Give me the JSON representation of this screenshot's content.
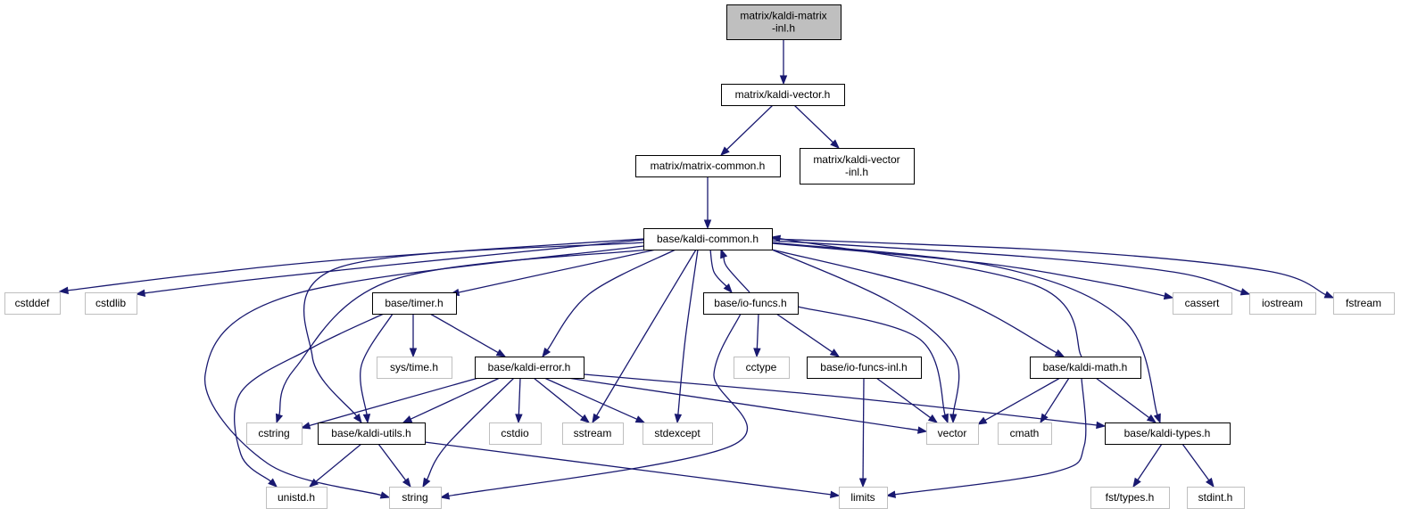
{
  "graph": {
    "colors": {
      "edge": "#191970",
      "focus_fill": "#bfbfbf",
      "node_border": "#000000",
      "external_border": "#bfbfbf",
      "text": "#000000",
      "background": "#ffffff"
    },
    "nodes": [
      {
        "id": "kaldi-matrix-inl",
        "lines": [
          "matrix/kaldi-matrix",
          "-inl.h"
        ],
        "style": "focus"
      },
      {
        "id": "kaldi-vector",
        "lines": [
          "matrix/kaldi-vector.h"
        ],
        "style": "normal"
      },
      {
        "id": "matrix-common",
        "lines": [
          "matrix/matrix-common.h"
        ],
        "style": "normal"
      },
      {
        "id": "kaldi-vector-inl",
        "lines": [
          "matrix/kaldi-vector",
          "-inl.h"
        ],
        "style": "normal"
      },
      {
        "id": "kaldi-common",
        "lines": [
          "base/kaldi-common.h"
        ],
        "style": "normal"
      },
      {
        "id": "cstddef",
        "lines": [
          "cstddef"
        ],
        "style": "external"
      },
      {
        "id": "cstdlib",
        "lines": [
          "cstdlib"
        ],
        "style": "external"
      },
      {
        "id": "timer",
        "lines": [
          "base/timer.h"
        ],
        "style": "normal"
      },
      {
        "id": "io-funcs",
        "lines": [
          "base/io-funcs.h"
        ],
        "style": "normal"
      },
      {
        "id": "cassert",
        "lines": [
          "cassert"
        ],
        "style": "external"
      },
      {
        "id": "iostream",
        "lines": [
          "iostream"
        ],
        "style": "external"
      },
      {
        "id": "fstream",
        "lines": [
          "fstream"
        ],
        "style": "external"
      },
      {
        "id": "systime",
        "lines": [
          "sys/time.h"
        ],
        "style": "external"
      },
      {
        "id": "kaldi-error",
        "lines": [
          "base/kaldi-error.h"
        ],
        "style": "normal"
      },
      {
        "id": "cctype",
        "lines": [
          "cctype"
        ],
        "style": "external"
      },
      {
        "id": "io-funcs-inl",
        "lines": [
          "base/io-funcs-inl.h"
        ],
        "style": "normal"
      },
      {
        "id": "kaldi-math",
        "lines": [
          "base/kaldi-math.h"
        ],
        "style": "normal"
      },
      {
        "id": "cstring",
        "lines": [
          "cstring"
        ],
        "style": "external"
      },
      {
        "id": "kaldi-utils",
        "lines": [
          "base/kaldi-utils.h"
        ],
        "style": "normal"
      },
      {
        "id": "cstdio",
        "lines": [
          "cstdio"
        ],
        "style": "external"
      },
      {
        "id": "sstream",
        "lines": [
          "sstream"
        ],
        "style": "external"
      },
      {
        "id": "stdexcept",
        "lines": [
          "stdexcept"
        ],
        "style": "external"
      },
      {
        "id": "vector",
        "lines": [
          "vector"
        ],
        "style": "external"
      },
      {
        "id": "cmath",
        "lines": [
          "cmath"
        ],
        "style": "external"
      },
      {
        "id": "kaldi-types",
        "lines": [
          "base/kaldi-types.h"
        ],
        "style": "normal"
      },
      {
        "id": "unistd",
        "lines": [
          "unistd.h"
        ],
        "style": "external"
      },
      {
        "id": "string",
        "lines": [
          "string"
        ],
        "style": "external"
      },
      {
        "id": "limits",
        "lines": [
          "limits"
        ],
        "style": "external"
      },
      {
        "id": "fst-types",
        "lines": [
          "fst/types.h"
        ],
        "style": "external"
      },
      {
        "id": "stdint",
        "lines": [
          "stdint.h"
        ],
        "style": "external"
      }
    ],
    "edges": [
      {
        "from": "kaldi-matrix-inl",
        "to": "kaldi-vector"
      },
      {
        "from": "kaldi-vector",
        "to": "matrix-common"
      },
      {
        "from": "kaldi-vector",
        "to": "kaldi-vector-inl"
      },
      {
        "from": "matrix-common",
        "to": "kaldi-common"
      },
      {
        "from": "kaldi-common",
        "to": "cstddef"
      },
      {
        "from": "kaldi-common",
        "to": "cstdlib"
      },
      {
        "from": "kaldi-common",
        "to": "timer"
      },
      {
        "from": "kaldi-common",
        "to": "io-funcs"
      },
      {
        "from": "kaldi-common",
        "to": "cassert"
      },
      {
        "from": "kaldi-common",
        "to": "iostream"
      },
      {
        "from": "kaldi-common",
        "to": "fstream"
      },
      {
        "from": "kaldi-common",
        "to": "kaldi-error"
      },
      {
        "from": "kaldi-common",
        "to": "kaldi-math"
      },
      {
        "from": "kaldi-common",
        "to": "cstring"
      },
      {
        "from": "kaldi-common",
        "to": "kaldi-utils"
      },
      {
        "from": "kaldi-common",
        "to": "sstream"
      },
      {
        "from": "kaldi-common",
        "to": "stdexcept"
      },
      {
        "from": "kaldi-common",
        "to": "vector"
      },
      {
        "from": "kaldi-common",
        "to": "kaldi-types"
      },
      {
        "from": "kaldi-common",
        "to": "string"
      },
      {
        "from": "timer",
        "to": "systime"
      },
      {
        "from": "timer",
        "to": "kaldi-error"
      },
      {
        "from": "timer",
        "to": "kaldi-utils"
      },
      {
        "from": "timer",
        "to": "unistd"
      },
      {
        "from": "io-funcs",
        "to": "kaldi-common"
      },
      {
        "from": "io-funcs",
        "to": "cctype"
      },
      {
        "from": "io-funcs",
        "to": "io-funcs-inl"
      },
      {
        "from": "io-funcs",
        "to": "vector"
      },
      {
        "from": "io-funcs",
        "to": "string"
      },
      {
        "from": "kaldi-error",
        "to": "cstring"
      },
      {
        "from": "kaldi-error",
        "to": "kaldi-utils"
      },
      {
        "from": "kaldi-error",
        "to": "cstdio"
      },
      {
        "from": "kaldi-error",
        "to": "sstream"
      },
      {
        "from": "kaldi-error",
        "to": "stdexcept"
      },
      {
        "from": "kaldi-error",
        "to": "vector"
      },
      {
        "from": "kaldi-error",
        "to": "kaldi-types"
      },
      {
        "from": "kaldi-error",
        "to": "string"
      },
      {
        "from": "io-funcs-inl",
        "to": "vector"
      },
      {
        "from": "io-funcs-inl",
        "to": "limits"
      },
      {
        "from": "kaldi-math",
        "to": "kaldi-common"
      },
      {
        "from": "kaldi-math",
        "to": "vector"
      },
      {
        "from": "kaldi-math",
        "to": "cmath"
      },
      {
        "from": "kaldi-math",
        "to": "kaldi-types"
      },
      {
        "from": "kaldi-math",
        "to": "limits"
      },
      {
        "from": "kaldi-utils",
        "to": "unistd"
      },
      {
        "from": "kaldi-utils",
        "to": "string"
      },
      {
        "from": "kaldi-utils",
        "to": "limits"
      },
      {
        "from": "kaldi-types",
        "to": "fst-types"
      },
      {
        "from": "kaldi-types",
        "to": "stdint"
      }
    ]
  }
}
